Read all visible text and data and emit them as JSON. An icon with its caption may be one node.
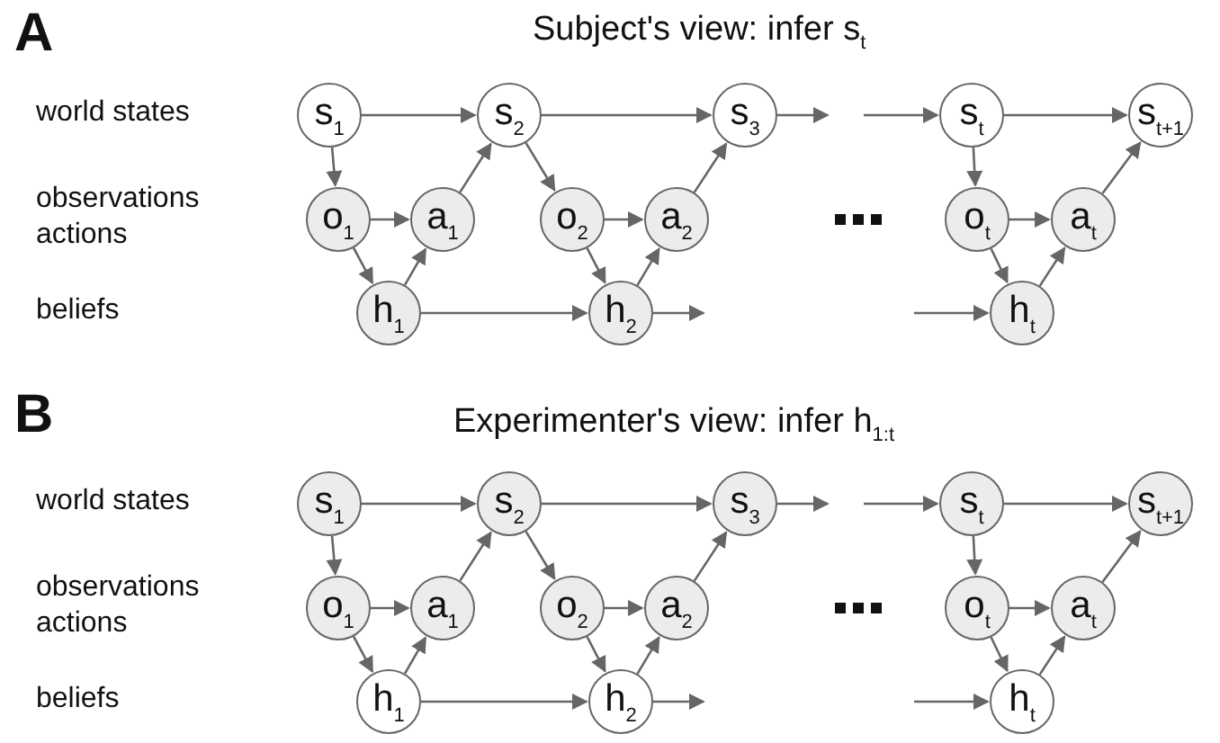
{
  "diagram": {
    "nodes": [
      {
        "text": [
          "s$_{1}$"
        ]
      },
      {
        "text": [
          "s$_{2}$"
        ]
      },
      {
        "text": [
          "s$_{3}$"
        ]
      },
      {
        "text": [
          "s$_{t}$"
        ]
      },
      {
        "text": [
          "s$_{t+1}$"
        ]
      },
      {
        "text": [
          "o$_{1}$"
        ]
      },
      {
        "text": [
          "a$_{1}$"
        ]
      },
      {
        "text": [
          "o$_{2}$"
        ]
      },
      {
        "text": [
          "a$_{2}$"
        ]
      },
      {
        "text": [
          "o$_{t}$"
        ]
      },
      {
        "text": [
          "a$_{t}$"
        ]
      },
      {
        "text": [
          "h$_{1}$"
        ]
      },
      {
        "text": [
          "h$_{2}$"
        ]
      },
      {
        "text": [
          "h$_{t}$"
        ]
      },
      {
        "text": [
          "s$_{1}$"
        ]
      },
      {
        "text": [
          "s$_{2}$"
        ]
      },
      {
        "text": [
          "s$_{3}$"
        ]
      },
      {
        "text": [
          "s$_{t}$"
        ]
      },
      {
        "text": [
          "s$_{t+1}$"
        ]
      },
      {
        "text": [
          "o$_{1}$"
        ]
      },
      {
        "text": [
          "a$_{1}$"
        ]
      },
      {
        "text": [
          "o$_{2}$"
        ]
      },
      {
        "text": [
          "a$_{2}$"
        ]
      },
      {
        "text": [
          "o$_{t}$"
        ]
      },
      {
        "text": [
          "a$_{t}$"
        ]
      },
      {
        "text": [
          "h$_{1}$"
        ]
      },
      {
        "text": [
          "h$_{2}$"
        ]
      },
      {
        "text": [
          "h$_{t}$"
        ]
      }
    ],
    "edges": [
      {
        "from": 0,
        "to": 1,
        "arrow": "to"
      },
      {
        "from": 1,
        "to": 2,
        "arrow": "to"
      },
      {
        "from": 2,
        "to": null,
        "arrow": "to"
      },
      {
        "from": null,
        "to": 3,
        "arrow": "to"
      },
      {
        "from": 3,
        "to": 4,
        "arrow": "to"
      },
      {
        "from": 0,
        "to": 5,
        "arrow": "to"
      },
      {
        "from": 5,
        "to": 6,
        "arrow": "to"
      },
      {
        "from": 5,
        "to": 11,
        "arrow": "to"
      },
      {
        "from": 11,
        "to": 6,
        "arrow": "to"
      },
      {
        "from": 6,
        "to": 1,
        "arrow": "to"
      },
      {
        "from": 11,
        "to": 12,
        "arrow": "to"
      },
      {
        "from": 1,
        "to": 7,
        "arrow": "to"
      },
      {
        "from": 7,
        "to": 8,
        "arrow": "to"
      },
      {
        "from": 7,
        "to": 12,
        "arrow": "to"
      },
      {
        "from": 12,
        "to": 8,
        "arrow": "to"
      },
      {
        "from": 8,
        "to": 2,
        "arrow": "to"
      },
      {
        "from": 12,
        "to": null,
        "arrow": "to"
      },
      {
        "from": null,
        "to": 13,
        "arrow": "to"
      },
      {
        "from": 3,
        "to": 9,
        "arrow": "to"
      },
      {
        "from": 9,
        "to": 10,
        "arrow": "to"
      },
      {
        "from": 9,
        "to": 13,
        "arrow": "to"
      },
      {
        "from": 13,
        "to": 10,
        "arrow": "to"
      },
      {
        "from": 10,
        "to": 4,
        "arrow": "to"
      },
      {
        "from": 14,
        "to": 15,
        "arrow": "to"
      },
      {
        "from": 15,
        "to": 16,
        "arrow": "to"
      },
      {
        "from": 16,
        "to": null,
        "arrow": "to"
      },
      {
        "from": null,
        "to": 17,
        "arrow": "to"
      },
      {
        "from": 17,
        "to": 18,
        "arrow": "to"
      },
      {
        "from": 14,
        "to": 19,
        "arrow": "to"
      },
      {
        "from": 19,
        "to": 20,
        "arrow": "to"
      },
      {
        "from": 19,
        "to": 25,
        "arrow": "to"
      },
      {
        "from": 25,
        "to": 20,
        "arrow": "to"
      },
      {
        "from": 20,
        "to": 15,
        "arrow": "to"
      },
      {
        "from": 25,
        "to": 26,
        "arrow": "to"
      },
      {
        "from": 15,
        "to": 21,
        "arrow": "to"
      },
      {
        "from": 21,
        "to": 22,
        "arrow": "to"
      },
      {
        "from": 21,
        "to": 26,
        "arrow": "to"
      },
      {
        "from": 26,
        "to": 22,
        "arrow": "to"
      },
      {
        "from": 22,
        "to": 16,
        "arrow": "to"
      },
      {
        "from": 26,
        "to": null,
        "arrow": "to"
      },
      {
        "from": null,
        "to": 27,
        "arrow": "to"
      },
      {
        "from": 17,
        "to": 23,
        "arrow": "to"
      },
      {
        "from": 23,
        "to": 24,
        "arrow": "to"
      },
      {
        "from": 23,
        "to": 27,
        "arrow": "to"
      },
      {
        "from": 27,
        "to": 24,
        "arrow": "to"
      },
      {
        "from": 24,
        "to": 18,
        "arrow": "to"
      }
    ],
    "labels": [
      "A",
      "Subject's view: infer s$_{t}$",
      "world states",
      "observations",
      "actions",
      "beliefs",
      "B",
      "Experimenter's view: infer h$_{1:t}$",
      "world states",
      "observations",
      "actions",
      "beliefs"
    ]
  }
}
